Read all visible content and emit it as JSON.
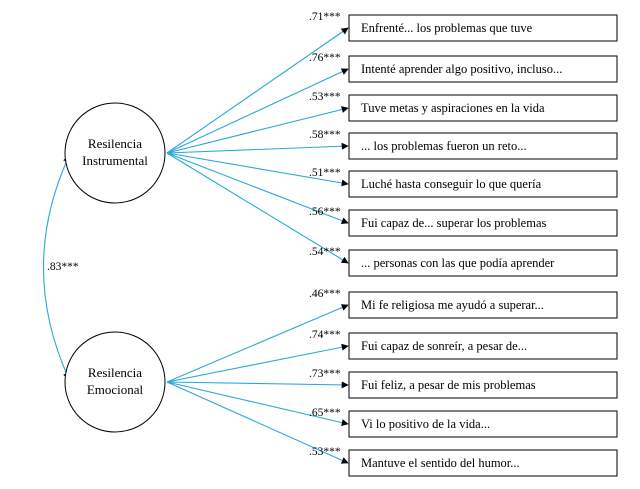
{
  "diagram": {
    "correlation": ".83***",
    "factors": [
      {
        "id": "instrumental",
        "lines": [
          "Resilencia",
          "Instrumental"
        ],
        "items": [
          {
            "label": "Enfrenté... los problemas que tuve",
            "loading": ".71***"
          },
          {
            "label": "Intenté aprender algo positivo, incluso...",
            "loading": ".76***"
          },
          {
            "label": "Tuve metas y aspiraciones en la vida",
            "loading": ".53***"
          },
          {
            "label": "... los problemas fueron un reto...",
            "loading": ".58***"
          },
          {
            "label": "Luché hasta conseguir lo que quería",
            "loading": ".51***"
          },
          {
            "label": "Fui capaz de... superar los problemas",
            "loading": ".56***"
          },
          {
            "label": "... personas con las que podía aprender",
            "loading": ".54***"
          }
        ]
      },
      {
        "id": "emocional",
        "lines": [
          "Resilencia",
          "Emocional"
        ],
        "items": [
          {
            "label": "Mi fe religiosa me ayudó a superar...",
            "loading": ".46***"
          },
          {
            "label": "Fui capaz de sonreír, a pesar de...",
            "loading": ".74***"
          },
          {
            "label": "Fui feliz, a pesar de mis problemas",
            "loading": ".73***"
          },
          {
            "label": "Vi lo positivo de la vida...",
            "loading": ".65***"
          },
          {
            "label": "Mantuve el sentido del humor...",
            "loading": ".53***"
          }
        ]
      }
    ],
    "colors": {
      "path": "#2aa8d8",
      "stroke": "#000000"
    }
  }
}
